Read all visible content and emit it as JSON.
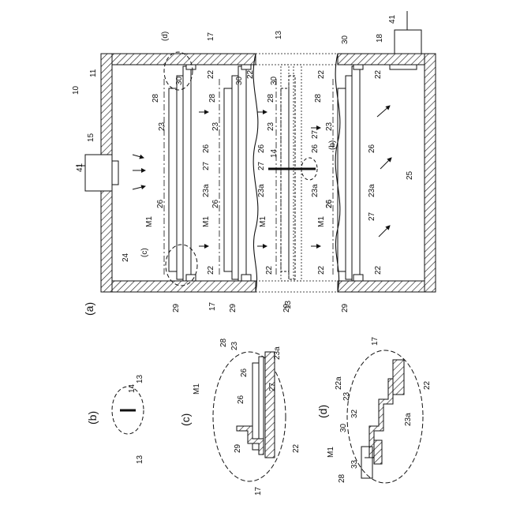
{
  "captions": {
    "a": "(a)",
    "b": "(b)",
    "c": "(c)",
    "d": "(d)"
  },
  "main_view": {
    "refs": {
      "r10": "10",
      "r11": "11",
      "r13_top": "13",
      "r13_bottom": "13",
      "r15": "15",
      "r17_top": "17",
      "r17_bottom": "17",
      "r18": "18",
      "r41_top": "41",
      "r41_left": "41",
      "r24": "24",
      "r25": "25",
      "r14": "14",
      "ref_d": "(d)",
      "ref_c": "(c)",
      "ref_b": "(b)"
    },
    "columns": [
      {
        "r30": "30",
        "r28": "28",
        "r23": "23",
        "r26a": "26",
        "r27": "27",
        "r23a": "23a",
        "r26b": "26",
        "m1": "M1",
        "r22t": "22",
        "r22b": "22",
        "r29": "29"
      },
      {
        "r30": "30",
        "r28": "28",
        "r23": "23",
        "r26a": "26",
        "r27": "27",
        "r23a": "23a",
        "r26b": "26",
        "m1": "M1",
        "r22t": "22",
        "r22b": "22",
        "r29": "29"
      },
      {
        "r30": "30",
        "r28": "28",
        "r23": "23",
        "r26a": "26",
        "r27": "27",
        "r23a": "23a",
        "r26b": "26",
        "m1": "M1",
        "r22t": "22",
        "r22b": "22",
        "r29": "29"
      },
      {
        "r30": "30",
        "r28": "28",
        "r23": "23",
        "r26a": "26",
        "r27": "27",
        "r23a": "23a",
        "r26b": "26",
        "m1": "M1",
        "r22t": "22",
        "r22b": "22",
        "r29": "29"
      }
    ]
  },
  "detail_b": {
    "r13a": "13",
    "r14": "14",
    "r13b": "13"
  },
  "detail_c": {
    "r28": "28",
    "r23": "23",
    "r23a": "23a",
    "r26a": "26",
    "r26b": "26",
    "r27": "27",
    "r29": "29",
    "r22": "22",
    "r17": "17",
    "m1": "M1"
  },
  "detail_d": {
    "r17": "17",
    "r22a": "22a",
    "r22": "22",
    "r23": "23",
    "r32": "32",
    "r23a": "23a",
    "r30": "30",
    "r33": "33",
    "r28": "28",
    "m1": "M1"
  }
}
